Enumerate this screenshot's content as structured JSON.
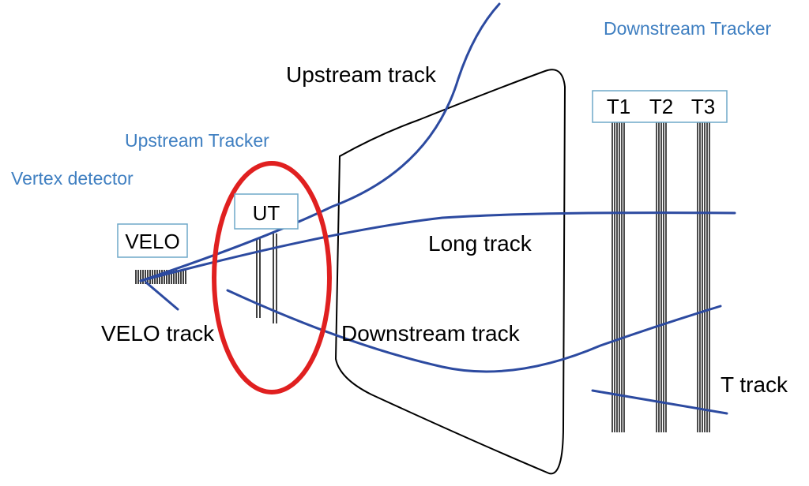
{
  "detectors": {
    "vertex_detector": "Vertex detector",
    "upstream_tracker": "Upstream Tracker",
    "downstream_tracker": "Downstream Tracker"
  },
  "boxes": {
    "velo": "VELO",
    "ut": "UT",
    "t1": "T1",
    "t2": "T2",
    "t3": "T3"
  },
  "tracks": {
    "upstream": "Upstream track",
    "long": "Long track",
    "velo": "VELO track",
    "downstream": "Downstream track",
    "t": "T track"
  },
  "colors": {
    "label_blue": "#3f7fc1",
    "track_blue": "#2c4aa0",
    "highlight_red": "#e02020",
    "box_border": "#6fa8c8"
  }
}
